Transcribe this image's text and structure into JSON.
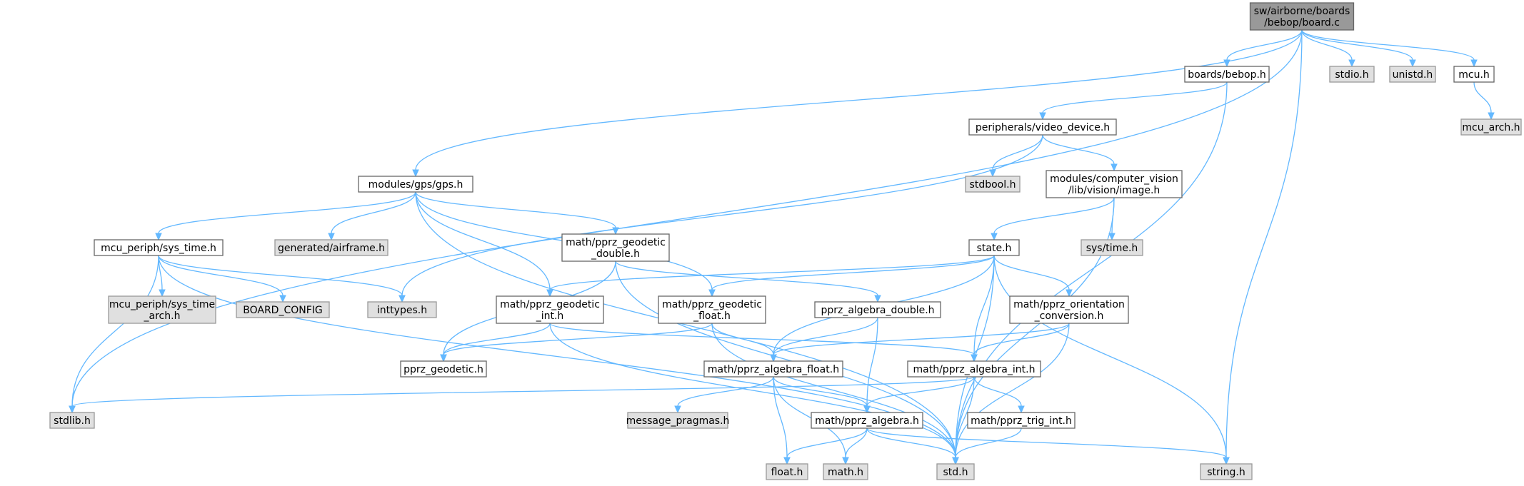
{
  "colors": {
    "edge": "#63b8ff",
    "root_fill": "#999999",
    "root_border": "#666666",
    "header_fill": "#ffffff",
    "header_border": "#666666",
    "system_fill": "#e0e0e0",
    "system_border": "#999999"
  },
  "nodes": [
    {
      "id": "board_c",
      "kind": "root",
      "lines": [
        "sw/airborne/boards",
        "/bebop/board.c"
      ]
    },
    {
      "id": "boards_bebop_h",
      "kind": "header",
      "lines": [
        "boards/bebop.h"
      ]
    },
    {
      "id": "stdio_h",
      "kind": "system",
      "lines": [
        "stdio.h"
      ]
    },
    {
      "id": "unistd_h",
      "kind": "system",
      "lines": [
        "unistd.h"
      ]
    },
    {
      "id": "mcu_h",
      "kind": "header",
      "lines": [
        "mcu.h"
      ]
    },
    {
      "id": "mcu_arch_h",
      "kind": "system",
      "lines": [
        "mcu_arch.h"
      ]
    },
    {
      "id": "video_device_h",
      "kind": "header",
      "lines": [
        "peripherals/video_device.h"
      ]
    },
    {
      "id": "stdbool_h",
      "kind": "system",
      "lines": [
        "stdbool.h"
      ]
    },
    {
      "id": "image_h",
      "kind": "header",
      "lines": [
        "modules/computer_vision",
        "/lib/vision/image.h"
      ]
    },
    {
      "id": "gps_h",
      "kind": "header",
      "lines": [
        "modules/gps/gps.h"
      ]
    },
    {
      "id": "sys_time_h",
      "kind": "header",
      "lines": [
        "mcu_periph/sys_time.h"
      ]
    },
    {
      "id": "airframe_h",
      "kind": "system",
      "lines": [
        "generated/airframe.h"
      ]
    },
    {
      "id": "geodetic_double_h",
      "kind": "header",
      "lines": [
        "math/pprz_geodetic",
        "_double.h"
      ]
    },
    {
      "id": "state_h",
      "kind": "header",
      "lines": [
        "state.h"
      ]
    },
    {
      "id": "systime_h",
      "kind": "system",
      "lines": [
        "sys/time.h"
      ]
    },
    {
      "id": "sys_time_arch_h",
      "kind": "system",
      "lines": [
        "mcu_periph/sys_time",
        "_arch.h"
      ]
    },
    {
      "id": "board_config",
      "kind": "system",
      "lines": [
        "BOARD_CONFIG"
      ]
    },
    {
      "id": "inttypes_h",
      "kind": "system",
      "lines": [
        "inttypes.h"
      ]
    },
    {
      "id": "geodetic_int_h",
      "kind": "header",
      "lines": [
        "math/pprz_geodetic",
        "_int.h"
      ]
    },
    {
      "id": "geodetic_float_h",
      "kind": "header",
      "lines": [
        "math/pprz_geodetic",
        "_float.h"
      ]
    },
    {
      "id": "algebra_double_h",
      "kind": "header",
      "lines": [
        "pprz_algebra_double.h"
      ]
    },
    {
      "id": "orientation_conv_h",
      "kind": "header",
      "lines": [
        "math/pprz_orientation",
        "_conversion.h"
      ]
    },
    {
      "id": "pprz_geodetic_h",
      "kind": "header",
      "lines": [
        "pprz_geodetic.h"
      ]
    },
    {
      "id": "algebra_float_h",
      "kind": "header",
      "lines": [
        "math/pprz_algebra_float.h"
      ]
    },
    {
      "id": "algebra_int_h",
      "kind": "header",
      "lines": [
        "math/pprz_algebra_int.h"
      ]
    },
    {
      "id": "stdlib_h",
      "kind": "system",
      "lines": [
        "stdlib.h"
      ]
    },
    {
      "id": "message_pragmas_h",
      "kind": "system",
      "lines": [
        "message_pragmas.h"
      ]
    },
    {
      "id": "algebra_h",
      "kind": "header",
      "lines": [
        "math/pprz_algebra.h"
      ]
    },
    {
      "id": "trig_int_h",
      "kind": "header",
      "lines": [
        "math/pprz_trig_int.h"
      ]
    },
    {
      "id": "float_h",
      "kind": "system",
      "lines": [
        "float.h"
      ]
    },
    {
      "id": "math_h",
      "kind": "system",
      "lines": [
        "math.h"
      ]
    },
    {
      "id": "std_h",
      "kind": "system",
      "lines": [
        "std.h"
      ]
    },
    {
      "id": "string_h",
      "kind": "system",
      "lines": [
        "string.h"
      ]
    }
  ],
  "edges": [
    [
      "board_c",
      "stdlib_h"
    ],
    [
      "board_c",
      "gps_h"
    ],
    [
      "board_c",
      "boards_bebop_h"
    ],
    [
      "board_c",
      "string_h"
    ],
    [
      "board_c",
      "stdio_h"
    ],
    [
      "board_c",
      "unistd_h"
    ],
    [
      "board_c",
      "mcu_h"
    ],
    [
      "boards_bebop_h",
      "video_device_h"
    ],
    [
      "boards_bebop_h",
      "std_h"
    ],
    [
      "mcu_h",
      "mcu_arch_h"
    ],
    [
      "video_device_h",
      "inttypes_h"
    ],
    [
      "video_device_h",
      "stdbool_h"
    ],
    [
      "video_device_h",
      "image_h"
    ],
    [
      "image_h",
      "state_h"
    ],
    [
      "image_h",
      "systime_h"
    ],
    [
      "image_h",
      "std_h"
    ],
    [
      "gps_h",
      "sys_time_h"
    ],
    [
      "gps_h",
      "geodetic_int_h"
    ],
    [
      "gps_h",
      "airframe_h"
    ],
    [
      "gps_h",
      "geodetic_double_h"
    ],
    [
      "gps_h",
      "geodetic_float_h"
    ],
    [
      "gps_h",
      "std_h"
    ],
    [
      "sys_time_h",
      "sys_time_arch_h"
    ],
    [
      "sys_time_h",
      "board_config"
    ],
    [
      "sys_time_h",
      "inttypes_h"
    ],
    [
      "sys_time_h",
      "stdlib_h"
    ],
    [
      "sys_time_h",
      "std_h"
    ],
    [
      "geodetic_double_h",
      "pprz_geodetic_h"
    ],
    [
      "geodetic_double_h",
      "algebra_double_h"
    ],
    [
      "geodetic_double_h",
      "std_h"
    ],
    [
      "state_h",
      "geodetic_int_h"
    ],
    [
      "state_h",
      "geodetic_float_h"
    ],
    [
      "state_h",
      "orientation_conv_h"
    ],
    [
      "state_h",
      "algebra_float_h"
    ],
    [
      "state_h",
      "algebra_int_h"
    ],
    [
      "state_h",
      "std_h"
    ],
    [
      "state_h",
      "string_h"
    ],
    [
      "geodetic_int_h",
      "pprz_geodetic_h"
    ],
    [
      "geodetic_int_h",
      "algebra_int_h"
    ],
    [
      "geodetic_int_h",
      "std_h"
    ],
    [
      "geodetic_float_h",
      "pprz_geodetic_h"
    ],
    [
      "geodetic_float_h",
      "algebra_float_h"
    ],
    [
      "geodetic_float_h",
      "std_h"
    ],
    [
      "algebra_double_h",
      "algebra_float_h"
    ],
    [
      "algebra_double_h",
      "algebra_h"
    ],
    [
      "orientation_conv_h",
      "algebra_float_h"
    ],
    [
      "orientation_conv_h",
      "algebra_int_h"
    ],
    [
      "orientation_conv_h",
      "std_h"
    ],
    [
      "algebra_float_h",
      "message_pragmas_h"
    ],
    [
      "algebra_float_h",
      "algebra_h"
    ],
    [
      "algebra_float_h",
      "float_h"
    ],
    [
      "algebra_float_h",
      "math_h"
    ],
    [
      "algebra_int_h",
      "stdlib_h"
    ],
    [
      "algebra_int_h",
      "algebra_h"
    ],
    [
      "algebra_int_h",
      "trig_int_h"
    ],
    [
      "algebra_int_h",
      "std_h"
    ],
    [
      "algebra_h",
      "float_h"
    ],
    [
      "algebra_h",
      "math_h"
    ],
    [
      "algebra_h",
      "std_h"
    ],
    [
      "algebra_h",
      "string_h"
    ],
    [
      "trig_int_h",
      "std_h"
    ]
  ]
}
